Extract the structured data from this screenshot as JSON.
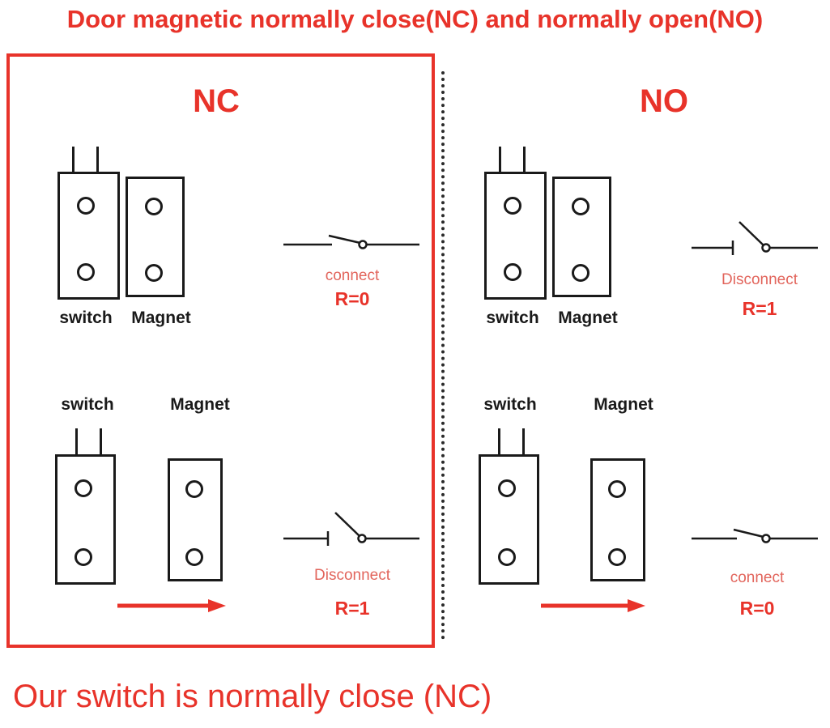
{
  "page": {
    "title": "Door magnetic normally close(NC) and normally open(NO)",
    "footer": "Our switch is normally close (NC)"
  },
  "colors": {
    "primary_red": "#e8332a",
    "soft_red": "#e2655c",
    "line_black": "#1a1a1a"
  },
  "icons": {
    "closed_switch": "closed-switch-icon",
    "open_switch": "open-switch-icon",
    "arrow": "slide-direction-arrow-icon"
  },
  "nc": {
    "heading": "NC",
    "top": {
      "switch_label": "switch",
      "magnet_label": "Magnet",
      "state_label": "connect",
      "resistance": "R=0"
    },
    "bottom": {
      "switch_label": "switch",
      "magnet_label": "Magnet",
      "state_label": "Disconnect",
      "resistance": "R=1"
    }
  },
  "no": {
    "heading": "NO",
    "top": {
      "switch_label": "switch",
      "magnet_label": "Magnet",
      "state_label": "Disconnect",
      "resistance": "R=1"
    },
    "bottom": {
      "switch_label": "switch",
      "magnet_label": "Magnet",
      "state_label": "connect",
      "resistance": "R=0"
    }
  }
}
